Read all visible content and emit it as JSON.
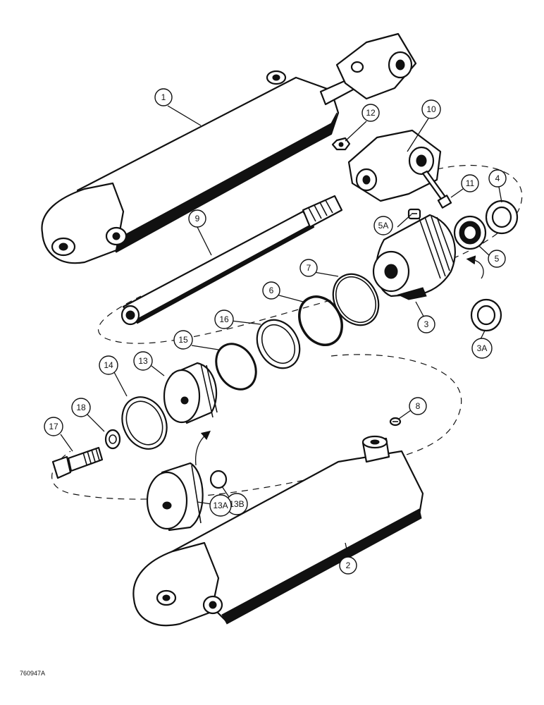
{
  "diagram": {
    "figure_id": "760947A",
    "callouts": {
      "c1": "1",
      "c2": "2",
      "c3": "3",
      "c3a": "3A",
      "c4": "4",
      "c5": "5",
      "c5a": "5A",
      "c6": "6",
      "c7": "7",
      "c8": "8",
      "c9": "9",
      "c10": "10",
      "c11": "11",
      "c12": "12",
      "c13": "13",
      "c13a": "13A",
      "c13b": "13B",
      "c14": "14",
      "c15": "15",
      "c16": "16",
      "c17": "17",
      "c18": "18"
    }
  }
}
